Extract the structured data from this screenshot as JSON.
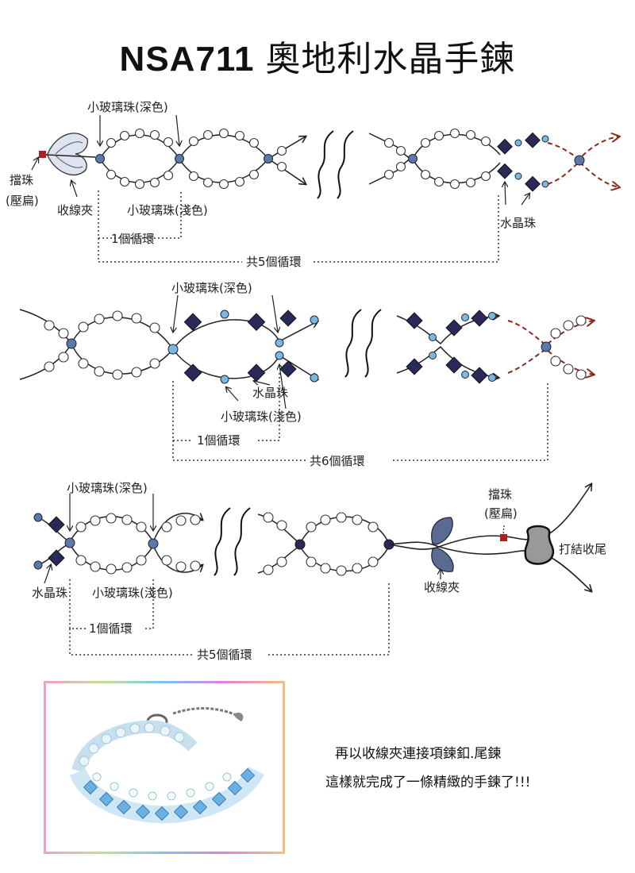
{
  "title": {
    "code": "NSA711",
    "name": "奧地利水晶手鍊"
  },
  "labels": {
    "small_glass_dark": "小玻璃珠(深色)",
    "small_glass_light": "小玻璃珠(淺色)",
    "crystal_bead": "水晶珠",
    "stopper_bead_line1": "擋珠",
    "stopper_bead_line2": "(壓扁)",
    "bead_tip": "收線夾",
    "one_loop": "1個循環",
    "total_5_loops": "共5個循環",
    "total_6_loops": "共6個循環",
    "knot_finish": "打結收尾"
  },
  "instruction": {
    "line1": "再以收線夾連接項鍊釦.尾鍊",
    "line2": "這樣就完成了一條精緻的手鍊了!!!"
  },
  "colors": {
    "white_bead": "#ffffff",
    "dark_glass_bead": "#3a4a7a",
    "crystal_bead": "#2a2a5a",
    "light_blue": "#7ab8e0",
    "stopper": "#b02020",
    "dashed_continuation": "#8b2a1a",
    "line": "#222222"
  },
  "photo": {
    "subject": "light-blue-crystal-bracelet"
  }
}
